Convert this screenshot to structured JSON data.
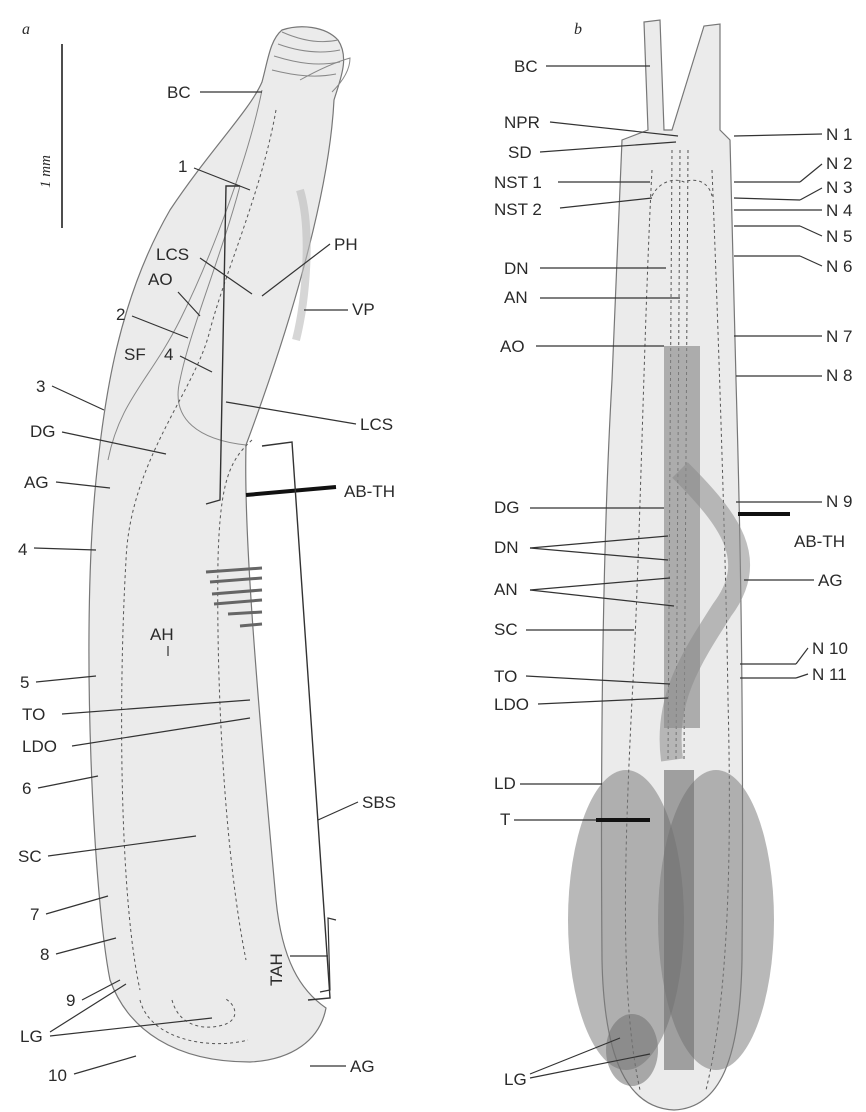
{
  "panels": {
    "a": "a",
    "b": "b"
  },
  "scale_bar": "1 mm",
  "figure_a": {
    "labels": {
      "BC": "BC",
      "n1": "1",
      "PH": "PH",
      "LCS_top": "LCS",
      "AO": "AO",
      "VP": "VP",
      "n2": "2",
      "SF": "SF",
      "n4_sf": "4",
      "n3": "3",
      "LCS_right": "LCS",
      "DG": "DG",
      "AG_left": "AG",
      "n4": "4",
      "AB_TH": "AB-TH",
      "AH": "AH",
      "n5": "5",
      "TO": "TO",
      "LDO": "LDO",
      "n6": "6",
      "SBS": "SBS",
      "SC": "SC",
      "n7": "7",
      "n8": "8",
      "TAH": "TAH",
      "n9": "9",
      "LG": "LG",
      "n10": "10",
      "AG_bottom": "AG"
    }
  },
  "figure_b": {
    "labels": {
      "BC": "BC",
      "NPR": "NPR",
      "SD": "SD",
      "NST1": "NST 1",
      "NST2": "NST 2",
      "DN_top": "DN",
      "AN_top": "AN",
      "AO": "AO",
      "DG": "DG",
      "DN_mid": "DN",
      "AN_mid": "AN",
      "SC": "SC",
      "TO": "TO",
      "LDO": "LDO",
      "LD": "LD",
      "T": "T",
      "LG": "LG",
      "N1": "N 1",
      "N2": "N 2",
      "N3": "N 3",
      "N4": "N 4",
      "N5": "N 5",
      "N6": "N 6",
      "N7": "N 7",
      "N8": "N 8",
      "N9": "N 9",
      "AB_TH": "AB-TH",
      "AG": "AG",
      "N10": "N 10",
      "N11": "N 11"
    }
  }
}
